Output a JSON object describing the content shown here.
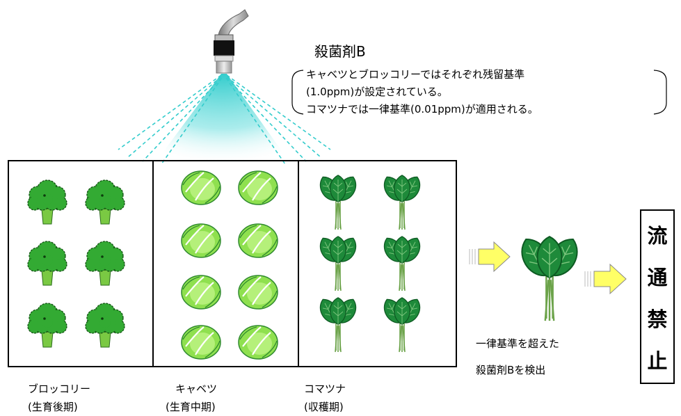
{
  "fungicide_label": "殺菌剤B",
  "note_lines": [
    "キャベツとブロッコリーではそれぞれ残留基準",
    "(1.0ppm)が設定されている。",
    "コマツナでは一律基準(0.01ppm)が適用される。"
  ],
  "crops": [
    {
      "name": "ブロッコリー",
      "stage": "(生育後期)"
    },
    {
      "name": "キャベツ",
      "stage": "(生育中期)"
    },
    {
      "name": "コマツナ",
      "stage": "(収穫期)"
    }
  ],
  "detect_lines": [
    "一律基準を超えた",
    "殺菌剤Bを検出"
  ],
  "stop_chars": [
    "流",
    "通",
    "禁",
    "止"
  ],
  "colors": {
    "spray": "#33cccc",
    "broccoli": "#33aa33",
    "broccoli_stem": "#7ac943",
    "cabbage": "#8fe04f",
    "cabbage_vein": "#ffffff",
    "komatsuna": "#1e8a3a",
    "komatsuna_dark": "#0d5a22",
    "arrow": "#ffff66",
    "nozzle_pipe": "#999999",
    "nozzle_body": "#111111"
  }
}
